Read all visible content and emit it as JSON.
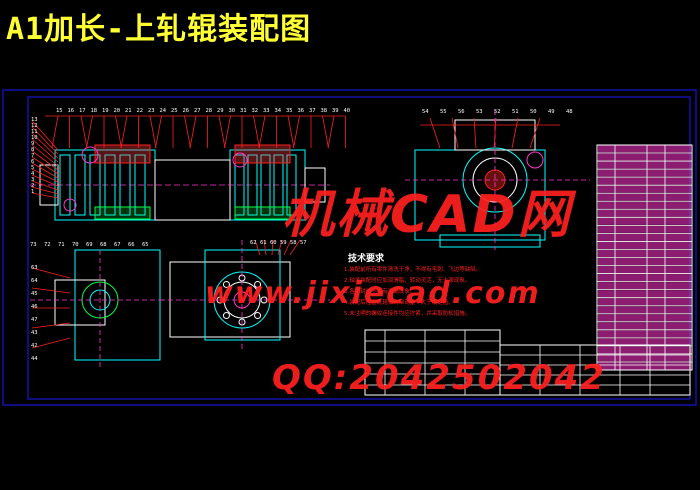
{
  "title": "A1加长-上轧辊装配图",
  "watermarks": {
    "site_cn": "机械CAD网",
    "url": "www.jixiecad.com",
    "qq": "QQ:2042502042"
  },
  "tech_req": {
    "heading": "技术要求",
    "lines": [
      "1.装配前所有零件清洗干净，不得有毛刺、飞边等缺陷。",
      "2.轴承装配时应加润滑脂，转动灵活，无卡滞现象。",
      "3.各密封处不得有渗漏现象。",
      "4.装配后检查轧辊轴向窜动量不大于规定值。",
      "5.未注明的螺纹连接件均应拧紧，并采取防松措施。"
    ]
  },
  "balloons": {
    "top_left": [
      "15",
      "16",
      "17",
      "18",
      "19",
      "20",
      "21",
      "22",
      "23",
      "24",
      "25",
      "26",
      "27",
      "28",
      "29",
      "30",
      "31",
      "32",
      "33",
      "34",
      "35",
      "36",
      "37",
      "38",
      "39",
      "40"
    ],
    "left_side": [
      "13",
      "12",
      "11",
      "10",
      "9",
      "8",
      "7",
      "6",
      "5",
      "4",
      "3",
      "2",
      "1"
    ],
    "bottom_left": [
      "73",
      "72",
      "71",
      "70",
      "69",
      "68",
      "67",
      "66",
      "65"
    ],
    "bottom_mid": [
      "62",
      "61",
      "60",
      "59",
      "58",
      "57"
    ],
    "lower_left": [
      "63",
      "64",
      "45",
      "46",
      "47",
      "43",
      "42",
      "44"
    ],
    "right_view": [
      "54",
      "55",
      "56",
      "53",
      "52",
      "51",
      "50",
      "49",
      "48"
    ]
  },
  "colors": {
    "background": "#000000",
    "title": "#ffff33",
    "watermark": "#ff2020",
    "frame": "#1a1aff",
    "cyan": "#00ffff",
    "white": "#ffffff",
    "magenta": "#ff33cc",
    "yellow": "#ffff00",
    "green": "#00ff44"
  }
}
